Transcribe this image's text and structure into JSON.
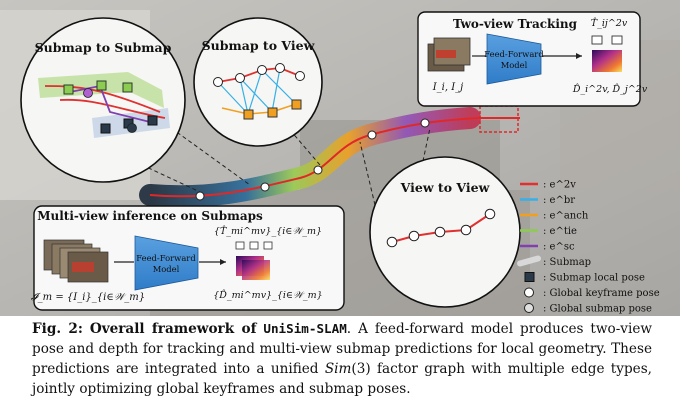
{
  "figure": {
    "submap_to_submap": "Submap to Submap",
    "submap_to_view": "Submap to View",
    "view_to_view": "View to View",
    "two_view": {
      "title": "Two-view Tracking",
      "model_label_1": "Feed-Forward",
      "model_label_2": "Model",
      "input_label": "I_i, I_j",
      "output_pose": "T̂_ij^2v",
      "output_depth": "D̂_i^2v, D̂_j^2v"
    },
    "multiview": {
      "title": "Multi-view inference on Submaps",
      "model_label_1": "Feed-Forward",
      "model_label_2": "Model",
      "input_label": "𝓘_m = {I_i}_{i∈𝒲_m}",
      "output_pose": "{T̂_mi^mv}_{i∈𝒲_m}",
      "output_depth": "{D̂_mi^mv}_{i∈𝒲_m}"
    },
    "legend": [
      {
        "label": ": e^2v",
        "color": "#e03030"
      },
      {
        "label": ": e^br",
        "color": "#35b0e8"
      },
      {
        "label": ": e^anch",
        "color": "#f0a020"
      },
      {
        "label": ": e^tie",
        "color": "#8ccc50"
      },
      {
        "label": ": e^sc",
        "color": "#8040b0"
      },
      {
        "label": ": Submap",
        "color": "#d8d8d8"
      },
      {
        "label": ": Submap local pose",
        "color": "#2a3a4a"
      },
      {
        "label": ": Global keyframe pose",
        "color": "#ffffff"
      },
      {
        "label": ": Global submap pose",
        "color": "#e0e0e0"
      }
    ]
  },
  "caption": {
    "fig_label": "Fig. 2:",
    "bold_text": "Overall framework of",
    "method": "UniSim-SLAM",
    "text_1": ". A feed-forward model produces two-view pose and depth for tracking and multi-view submap predictions for local geometry. These predictions are integrated into a unified",
    "sim": "Sim",
    "text_2": "(3) factor graph with multiple edge types, jointly optimizing global keyframes and submap poses."
  }
}
